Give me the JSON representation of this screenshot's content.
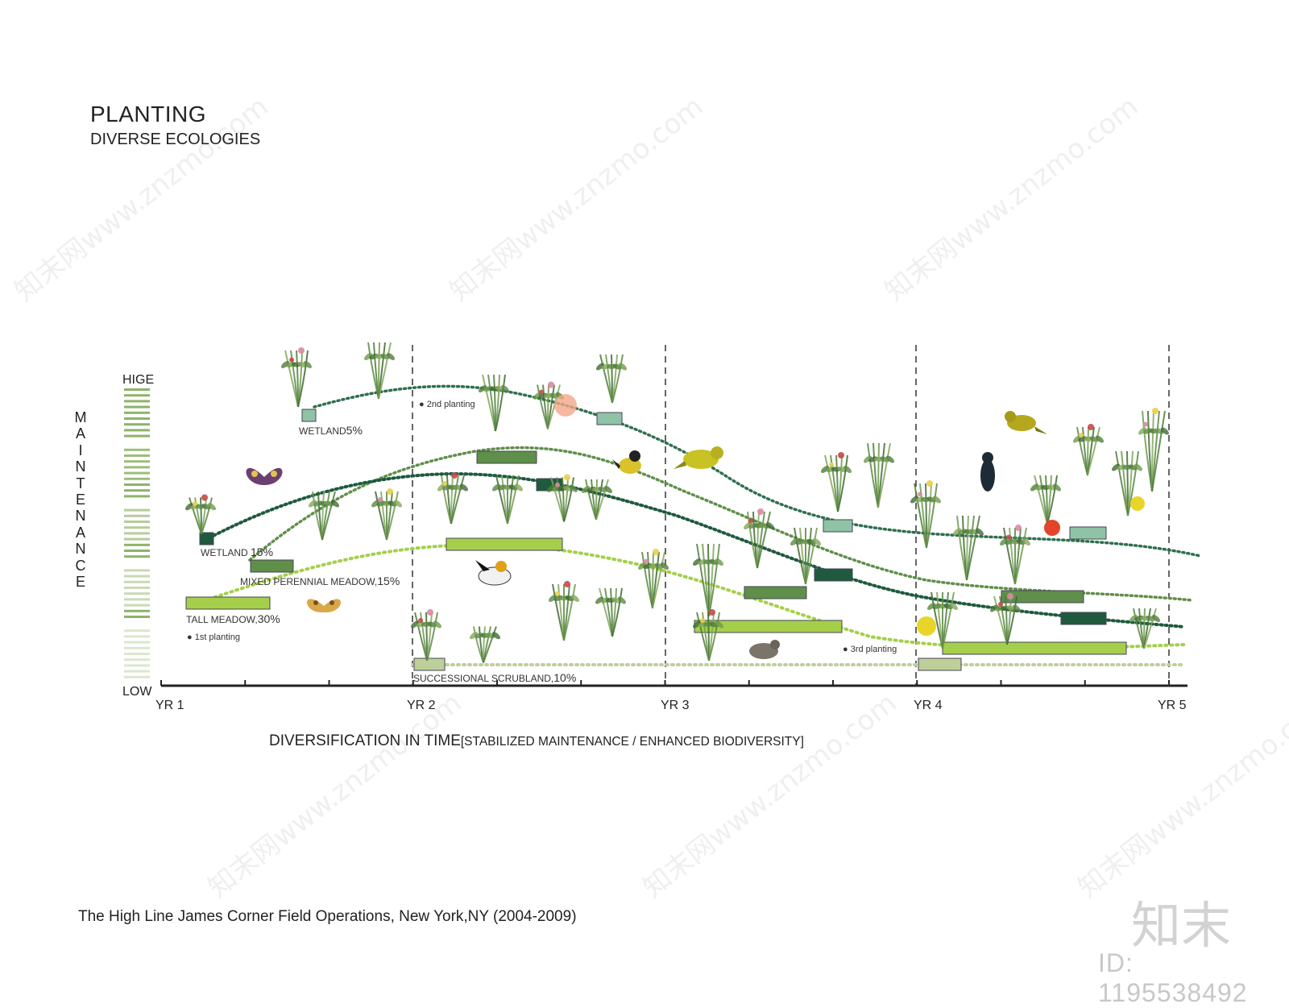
{
  "title": "PLANTING",
  "subtitle": "DIVERSE ECOLOGIES",
  "y_axis": {
    "label": "MAINTENANCE",
    "high": "HIGE",
    "low": "LOW"
  },
  "x_axis": {
    "title": "DIVERSIFICATION IN TIME",
    "title_suffix": "[STABILIZED MAINTENANCE / ENHANCED BIODIVERSITY]",
    "years": [
      "YR 1",
      "YR 2",
      "YR 3",
      "YR 4",
      "YR 5"
    ]
  },
  "ecology_labels": [
    {
      "name": "WETLAND",
      "pct": "5%"
    },
    {
      "name": "WETLAND",
      "pct": "15%"
    },
    {
      "name": "MIXED PERENNIAL MEADOW",
      "pct": "15%"
    },
    {
      "name": "TALL MEADOW",
      "pct": "30%"
    },
    {
      "name": "SUCCESSIONAL SCRUBLAND,",
      "pct": "10%"
    }
  ],
  "planting_markers": [
    "1st planting",
    "2nd planting",
    "3rd planting"
  ],
  "footer": "The High Line James Corner Field Operations, New York,NY (2004-2009)",
  "watermark": "知末网www.znzmo.com",
  "brand": "知末",
  "image_id": "ID: 1195538492",
  "colors": {
    "dark_green": "#1f5a3e",
    "mid_green": "#5f8f4a",
    "lime": "#a5cf4a",
    "pale_green": "#8fc3a5",
    "khaki": "#bfcf9a"
  }
}
